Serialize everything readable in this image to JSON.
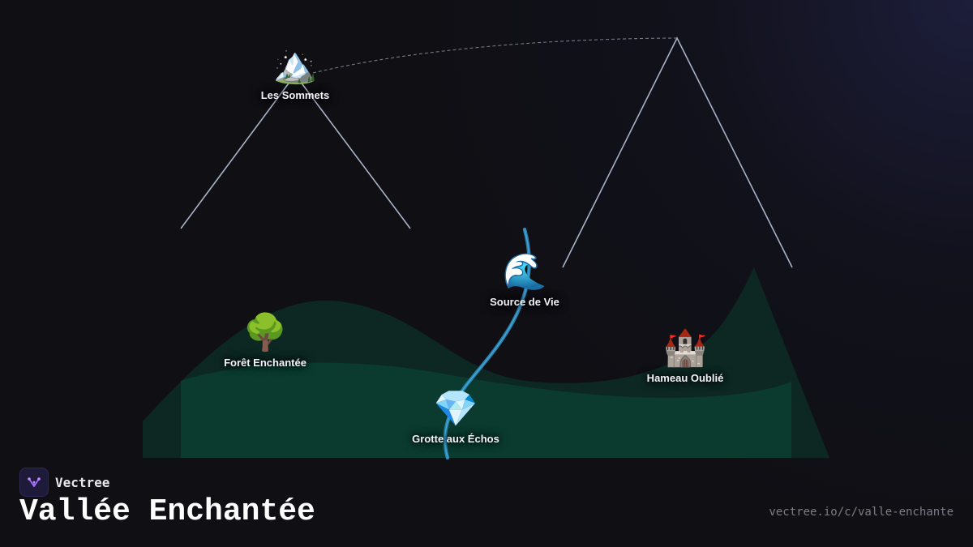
{
  "brand": {
    "name": "Vectree",
    "logo_icon": "vectree-logo-icon"
  },
  "map": {
    "title": "Vallée Enchantée",
    "url": "vectree.io/c/valle-enchante",
    "locations": [
      {
        "id": "les-sommets",
        "emoji": "🏔️",
        "icon": "snow-mountain-icon",
        "label": "Les Sommets"
      },
      {
        "id": "source-de-vie",
        "emoji": "🌊",
        "icon": "wave-icon",
        "label": "Source de Vie"
      },
      {
        "id": "foret-enchantee",
        "emoji": "🌳",
        "icon": "tree-icon",
        "label": "Forêt Enchantée"
      },
      {
        "id": "hameau-oublie",
        "emoji": "🏰",
        "icon": "castle-icon",
        "label": "Hameau Oublié"
      },
      {
        "id": "grotte-aux-echos",
        "emoji": "💎",
        "icon": "gem-icon",
        "label": "Grotte aux Échos"
      }
    ]
  },
  "colors": {
    "background": "#0f0f14",
    "valley": "#0b3a2e",
    "hills": "#0d2a24",
    "river": "#2a8fc4",
    "mountain_line": "#a9b3c8"
  }
}
